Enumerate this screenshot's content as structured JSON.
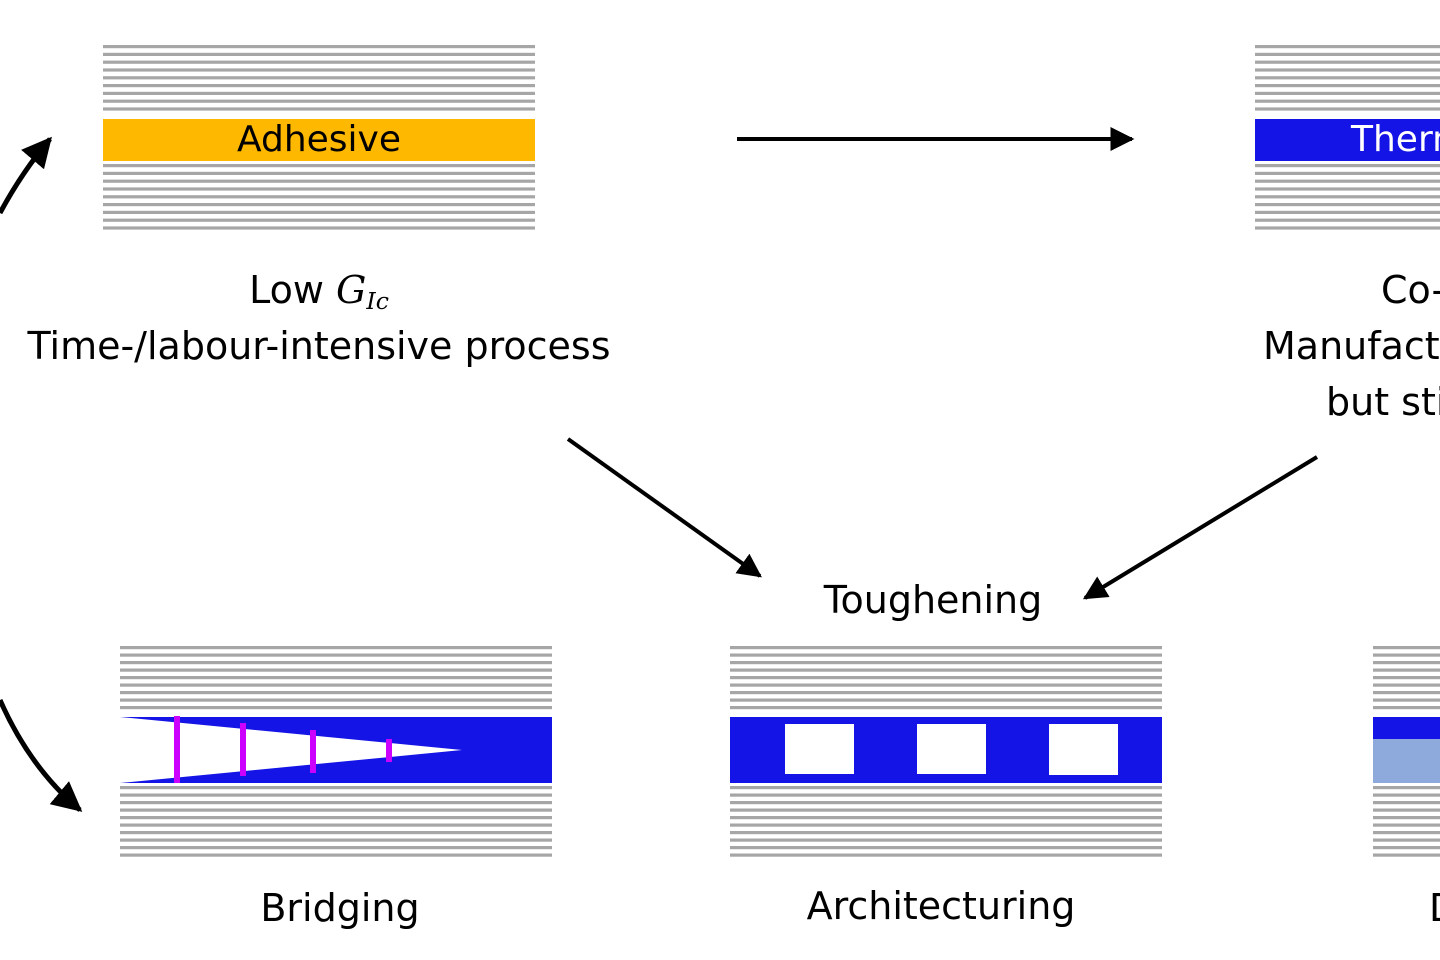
{
  "top_left": {
    "layer_label": "Adhesive",
    "caption_line1_prefix": "Low ",
    "caption_math_base": "G",
    "caption_math_sub": "Ic",
    "caption_line2": "Time-/labour-intensive process",
    "adhesive_color": "#FFB800"
  },
  "top_right": {
    "layer_label": "Therm",
    "caption_line1": "Co-",
    "caption_line2": "Manufact",
    "caption_line3": "but sti",
    "layer_color": "#1414E6"
  },
  "center": {
    "title": "Toughening"
  },
  "bottom": {
    "bridging_label": "Bridging",
    "architecturing_label": "Architecturing",
    "right_label": "D"
  },
  "colors": {
    "ply_line": "#A6A6A6",
    "blue_layer": "#1414E6",
    "light_blue_layer": "#8EA9DB",
    "bridge": "#CC00FF",
    "arrow": "#000000"
  }
}
